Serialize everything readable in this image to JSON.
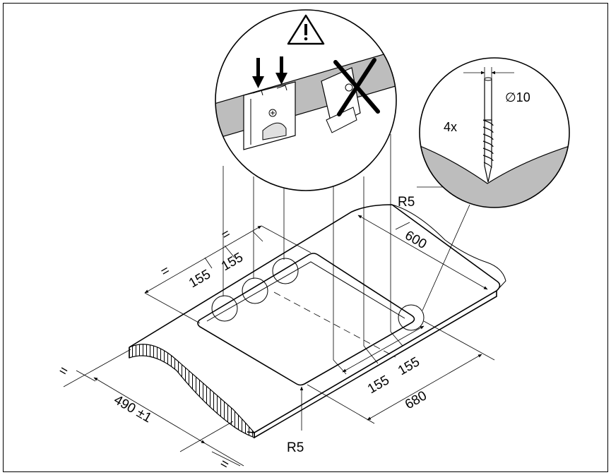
{
  "colors": {
    "line": "#000000",
    "gray_fill": "#bdbdbd",
    "background": "#ffffff"
  },
  "icons": {
    "warning": "warning-triangle-icon",
    "wrong": "cross-out-icon",
    "arrow": "down-arrow-icon"
  },
  "labels": {
    "quantity": "4x",
    "diameter": "∅10",
    "radius_top": "R5",
    "radius_bottom": "R5",
    "dim_600": "600",
    "dim_680": "680",
    "dim_490": "490 ±1",
    "dim_155_a": "155",
    "dim_155_b": "155",
    "dim_155_c": "155",
    "dim_155_d": "155",
    "eq_top": "=",
    "eq_left": "=",
    "eq_far_left": "=",
    "eq_bottom": "="
  }
}
